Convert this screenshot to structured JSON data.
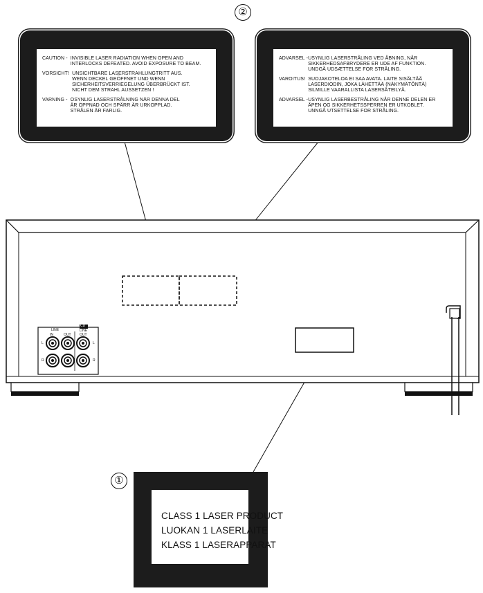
{
  "callouts": {
    "label2": "②",
    "label1": "①"
  },
  "label_2": {
    "warnings": [
      {
        "title": "CAUTION",
        "sep": " -  ",
        "text": "INVISIBLE LASER RADIATION WHEN OPEN AND\nINTERLOCKS DEFEATED. AVOID EXPOSURE TO BEAM."
      },
      {
        "title": "VORSICHT!",
        "sep": "  ",
        "text": "UNSICHTBARE LASERSTRAHLUNGTRITT AUS.\nWENN DECKEL GEÖFFNET UND WENN\nSICHERHEITSVERRIEGELUNG ÜBERBRÜCKT IST.\nNICHT DEM STRAHL AUSSETZEN !"
      },
      {
        "title": "VARNING",
        "sep": " -  ",
        "text": "OSYNLIG LASERSTRÅLNING NÄR DENNA DEL\nÄR ÖPPNAD OCH SPÄRR ÄR URKOPPLAD.\nSTRÅLEN ÄR FARLIG."
      }
    ]
  },
  "label_2b": {
    "warnings": [
      {
        "title": "ADVARSEL",
        "sep": " -",
        "text": "USYNLIG LASERSTRÅLING VED ÅBNING, NÅR\nSIKKERHEDSAFBRYDERE ER UDE AF FUNKTION.\nUNDGÅ UDSÆTTELSE FOR STRÅLING."
      },
      {
        "title": "VAROITUS!",
        "sep": "  ",
        "text": "SUOJAKOTELOA EI SAA AVATA. LAITE SISÄLTÄÄ\nLASERDIODIN, JOKA LÄHETTÄÄ (NÄKYMÄTÖNTÄ)\nSILMILLE VAARALLISTA LASERSÄTEILYÄ."
      },
      {
        "title": "ADVARSEL",
        "sep": " -",
        "text": "USYNLIG LASERBESTRÅLING NÅR DENNE DELEN ER\nÅPEN OG SIKKERHETSSPERREN ER UTKOBLET.\nUNNGÅ UTSETTELSE FOR STRÅLING."
      }
    ]
  },
  "label_1": {
    "lines": [
      "CLASS 1 LASER PRODUCT",
      "LUOKAN 1 LASERLAITE",
      "KLASS 1 LASERAPPARAT"
    ]
  },
  "jacks": {
    "line": "LINE",
    "in": "IN",
    "out": "OUT",
    "cd": "CD",
    "cd_line": "LINE",
    "cd_out": "OUT",
    "l": "L",
    "r": "R"
  }
}
